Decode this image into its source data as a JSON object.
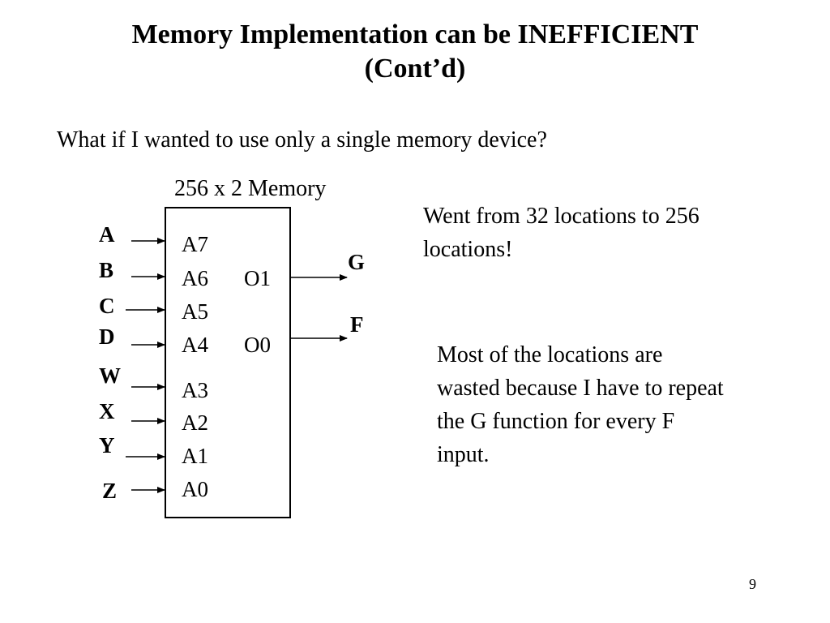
{
  "title": {
    "line1": "Memory Implementation can be INEFFICIENT",
    "line2": "(Cont’d)"
  },
  "question": "What if I wanted to use only a single memory device?",
  "memory_label": "256 x 2 Memory",
  "inputs": [
    "A",
    "B",
    "C",
    "D",
    "W",
    "X",
    "Y",
    "Z"
  ],
  "address_pins": [
    "A7",
    "A6",
    "A5",
    "A4",
    "A3",
    "A2",
    "A1",
    "A0"
  ],
  "output_pins": [
    "O1",
    "O0"
  ],
  "outputs": [
    "G",
    "F"
  ],
  "note1": "Went from 32 locations to 256 locations!",
  "note2": "Most of the locations are wasted because I have to repeat the G function for every F input.",
  "page_number": "9"
}
